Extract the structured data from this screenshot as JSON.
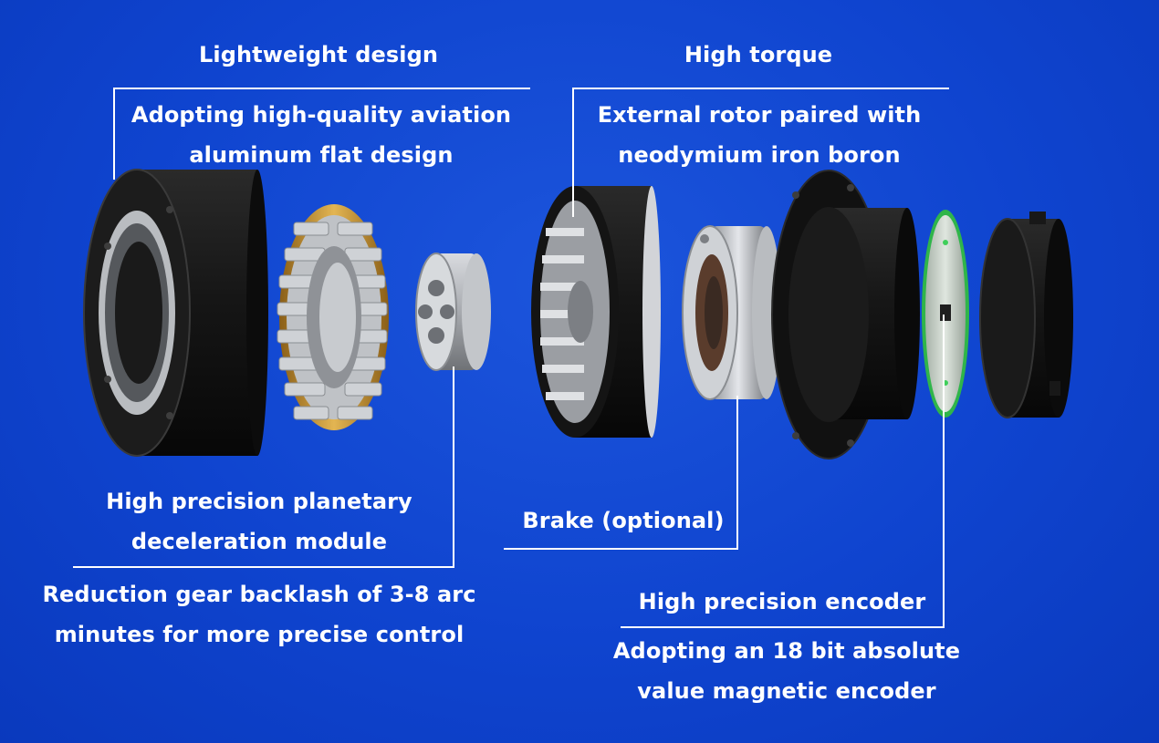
{
  "features": {
    "lightweight": {
      "title": "Lightweight design",
      "line1": "Adopting high-quality aviation",
      "line2": "aluminum flat design"
    },
    "torque": {
      "title": "High torque",
      "line1": "External rotor paired with",
      "line2": "neodymium iron boron"
    },
    "planetary": {
      "title1": "High precision planetary",
      "title2": "deceleration module",
      "line1": "Reduction gear backlash of 3-8 arc",
      "line2": "minutes for more precise control"
    },
    "brake": {
      "title": "Brake (optional)"
    },
    "encoder": {
      "title": "High precision encoder",
      "line1": "Adopting an 18 bit absolute",
      "line2": "value magnetic encoder"
    }
  },
  "colors": {
    "background": "#0f44cf",
    "text": "#ffffff",
    "leader_lines": "#ffffff",
    "encoder_ring": "#3fcf5a",
    "stator_copper": "#c9962c"
  },
  "components": [
    "housing-icon",
    "stator-icon",
    "planetary-gear-icon",
    "rotor-icon",
    "brake-icon",
    "motor-body-icon",
    "encoder-board-icon",
    "end-cap-icon"
  ]
}
